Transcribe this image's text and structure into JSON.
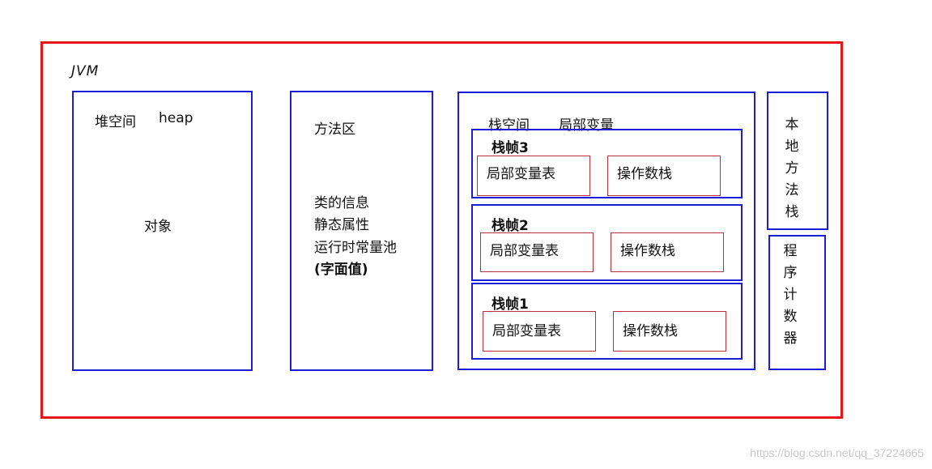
{
  "jvm": {
    "label": "JVM"
  },
  "heap": {
    "title": "堆空间",
    "title_en": "heap",
    "content": "对象"
  },
  "method_area": {
    "title": "方法区",
    "lines": [
      "类的信息",
      "静态属性",
      "运行时常量池",
      "(字面值)"
    ]
  },
  "stack": {
    "title": "栈空间",
    "subtitle": "局部变量",
    "frames": [
      {
        "name": "栈帧3",
        "locals": "局部变量表",
        "operand": "操作数栈"
      },
      {
        "name": "栈帧2",
        "locals": "局部变量表",
        "operand": "操作数栈"
      },
      {
        "name": "栈帧1",
        "locals": "局部变量表",
        "operand": "操作数栈"
      }
    ]
  },
  "native_stack": {
    "label": "本地方法栈"
  },
  "pc_register": {
    "label": "程序计数器"
  },
  "watermark": "https://blog.csdn.net/qq_37224665",
  "colors": {
    "jvm_border": "#e8131b",
    "region_border": "#1c1ed6",
    "table_border": "#b5333a"
  }
}
